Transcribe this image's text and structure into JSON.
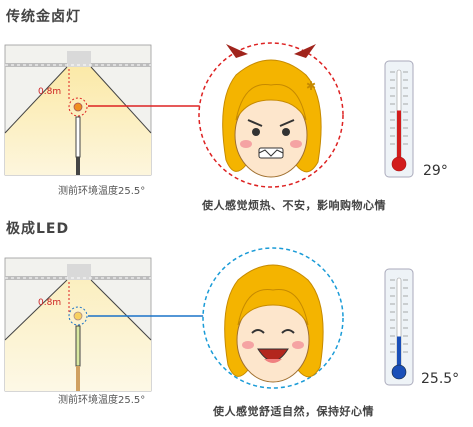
{
  "sections": [
    {
      "title": "传统金卤灯",
      "distance_label": "0.8m",
      "ambient_caption": "测前环境温度25.5°",
      "effect_text": "使人感觉烦热、不安，影响购物心情",
      "thermometer_reading": "29°",
      "accent_color": "#e02020",
      "thermometer_fill_fraction": 0.55
    },
    {
      "title": "极成LED",
      "distance_label": "0.8m",
      "ambient_caption": "测前环境温度25.5°",
      "effect_text": "使人感觉舒适自然，保持好心情",
      "thermometer_reading": "25.5°",
      "accent_color": "#1a73c8",
      "thermometer_fill_fraction": 0.35
    }
  ]
}
